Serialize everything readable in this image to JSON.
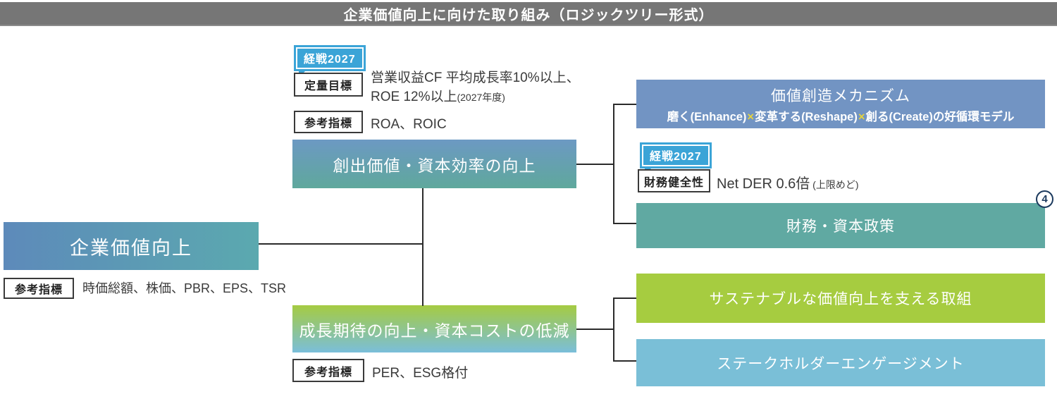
{
  "colors": {
    "title_bar_bg": "#767676",
    "root_gradient": [
      "#5d8aba",
      "#5ba9af"
    ],
    "branch_top_gradient": [
      "#6c99c3",
      "#5fa89c"
    ],
    "branch_bottom_gradient": [
      "#a5cb42",
      "#7abeda"
    ],
    "mechanism_bg": "#7294c3",
    "finance_bg": "#60a9a2",
    "sustainability_bg": "#a6cc40",
    "stakeholder_bg": "#7abfd7",
    "badge_bg": "#3ba4d7",
    "cross_mark": "#e6d33c",
    "line": "#2b2b2b",
    "circle_number": "#1c3a5e"
  },
  "header": {
    "title": "企業価値向上に向けた取り組み（ロジックツリー形式）"
  },
  "root": {
    "label": "企業価値向上",
    "metric_label": "参考指標",
    "metric_value": "時価総額、株価、PBR、EPS、TSR"
  },
  "top_branch": {
    "badge": "経戦2027",
    "kpi_label": "定量目標",
    "kpi_line1": "営業収益CF 平均成長率10%以上、",
    "kpi_line2": "ROE 12%以上",
    "kpi_line2_note": "(2027年度)",
    "metric_label": "参考指標",
    "metric_value": "ROA、ROIC",
    "box_label": "創出価値・資本効率の向上"
  },
  "bottom_branch": {
    "box_label": "成長期待の向上・資本コストの低減",
    "metric_label": "参考指標",
    "metric_value": "PER、ESG格付"
  },
  "right": {
    "mechanism": {
      "title": "価値創造メカニズム",
      "sub_p1": "磨く(Enhance)",
      "sub_x1": "×",
      "sub_p2": "変革する(Reshape)",
      "sub_x2": "×",
      "sub_p3": "創る(Create)の好循環モデル"
    },
    "finance": {
      "badge": "経戦2027",
      "kpi_label": "財務健全性",
      "kpi_value": "Net DER 0.6倍",
      "kpi_note": " (上限めど)",
      "box_label": "財務・資本政策",
      "ref_number": "4"
    },
    "sustainability": {
      "box_label": "サステナブルな価値向上を支える取組"
    },
    "stakeholder": {
      "box_label": "ステークホルダーエンゲージメント"
    }
  }
}
